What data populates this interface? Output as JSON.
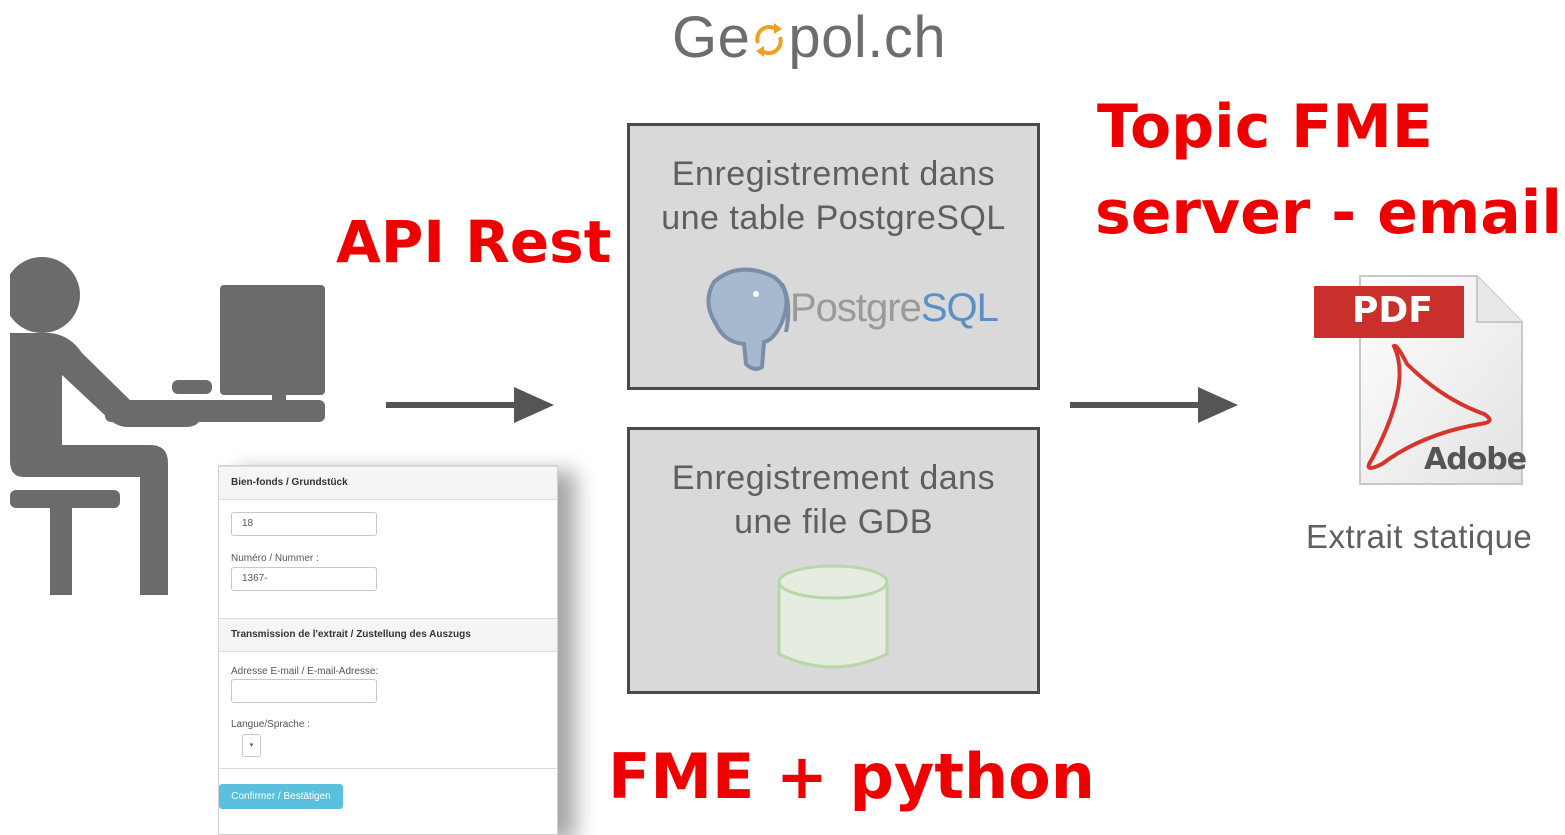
{
  "logo": {
    "text_before": "Ge",
    "text_after": "pol.ch"
  },
  "labels": {
    "api": "API Rest",
    "topic_line1": "Topic FME",
    "topic_line2": "server - email",
    "fme": "FME + python"
  },
  "box_postgres": {
    "line1": "Enregistrement dans",
    "line2": "une table PostgreSQL",
    "logo_text_a": "Postgre",
    "logo_text_b": "SQL"
  },
  "box_gdb": {
    "line1": "Enregistrement dans",
    "line2": "une file GDB"
  },
  "form": {
    "section1_title": "Bien-fonds / Grundstück",
    "field1_value": "18",
    "field2_label": "Numéro / Nummer :",
    "field2_value": "1367-",
    "section2_title": "Transmission de l'extrait / Zustellung des Auszugs",
    "email_label": "Adresse E-mail / E-mail-Adresse:",
    "email_value": "",
    "lang_label": "Langue/Sprache :",
    "lang_select": "▾",
    "confirm_button": "Confirmer / Bestätigen"
  },
  "pdf": {
    "badge": "PDF",
    "brand": "Adobe",
    "caption": "Extrait statique"
  },
  "colors": {
    "label_red": "#ee0000",
    "box_fill": "#d9d9d9",
    "icon_grey": "#6b6b6b",
    "pdf_red": "#c9302c",
    "button_blue": "#5bc0de",
    "db_green": "#b6d7a8"
  }
}
